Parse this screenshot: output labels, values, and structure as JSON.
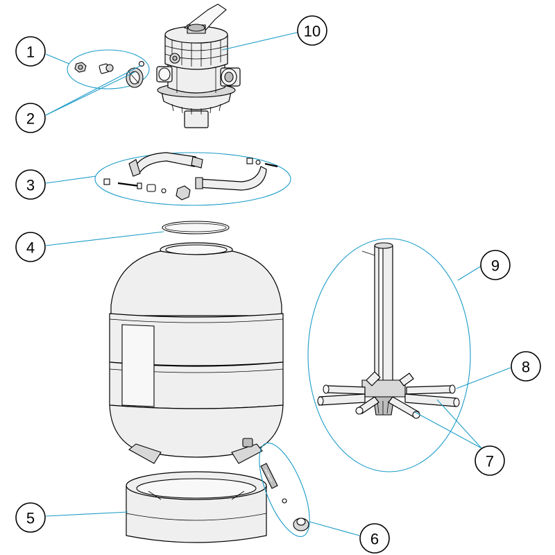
{
  "diagram": {
    "callouts": [
      {
        "id": "1",
        "label": "1"
      },
      {
        "id": "2",
        "label": "2"
      },
      {
        "id": "3",
        "label": "3"
      },
      {
        "id": "4",
        "label": "4"
      },
      {
        "id": "5",
        "label": "5"
      },
      {
        "id": "6",
        "label": "6"
      },
      {
        "id": "7",
        "label": "7"
      },
      {
        "id": "8",
        "label": "8"
      },
      {
        "id": "9",
        "label": "9"
      },
      {
        "id": "10",
        "label": "10"
      }
    ],
    "colors": {
      "leader": "#1a9bc8",
      "outline": "#000000",
      "part_fill": "#efefef"
    }
  }
}
